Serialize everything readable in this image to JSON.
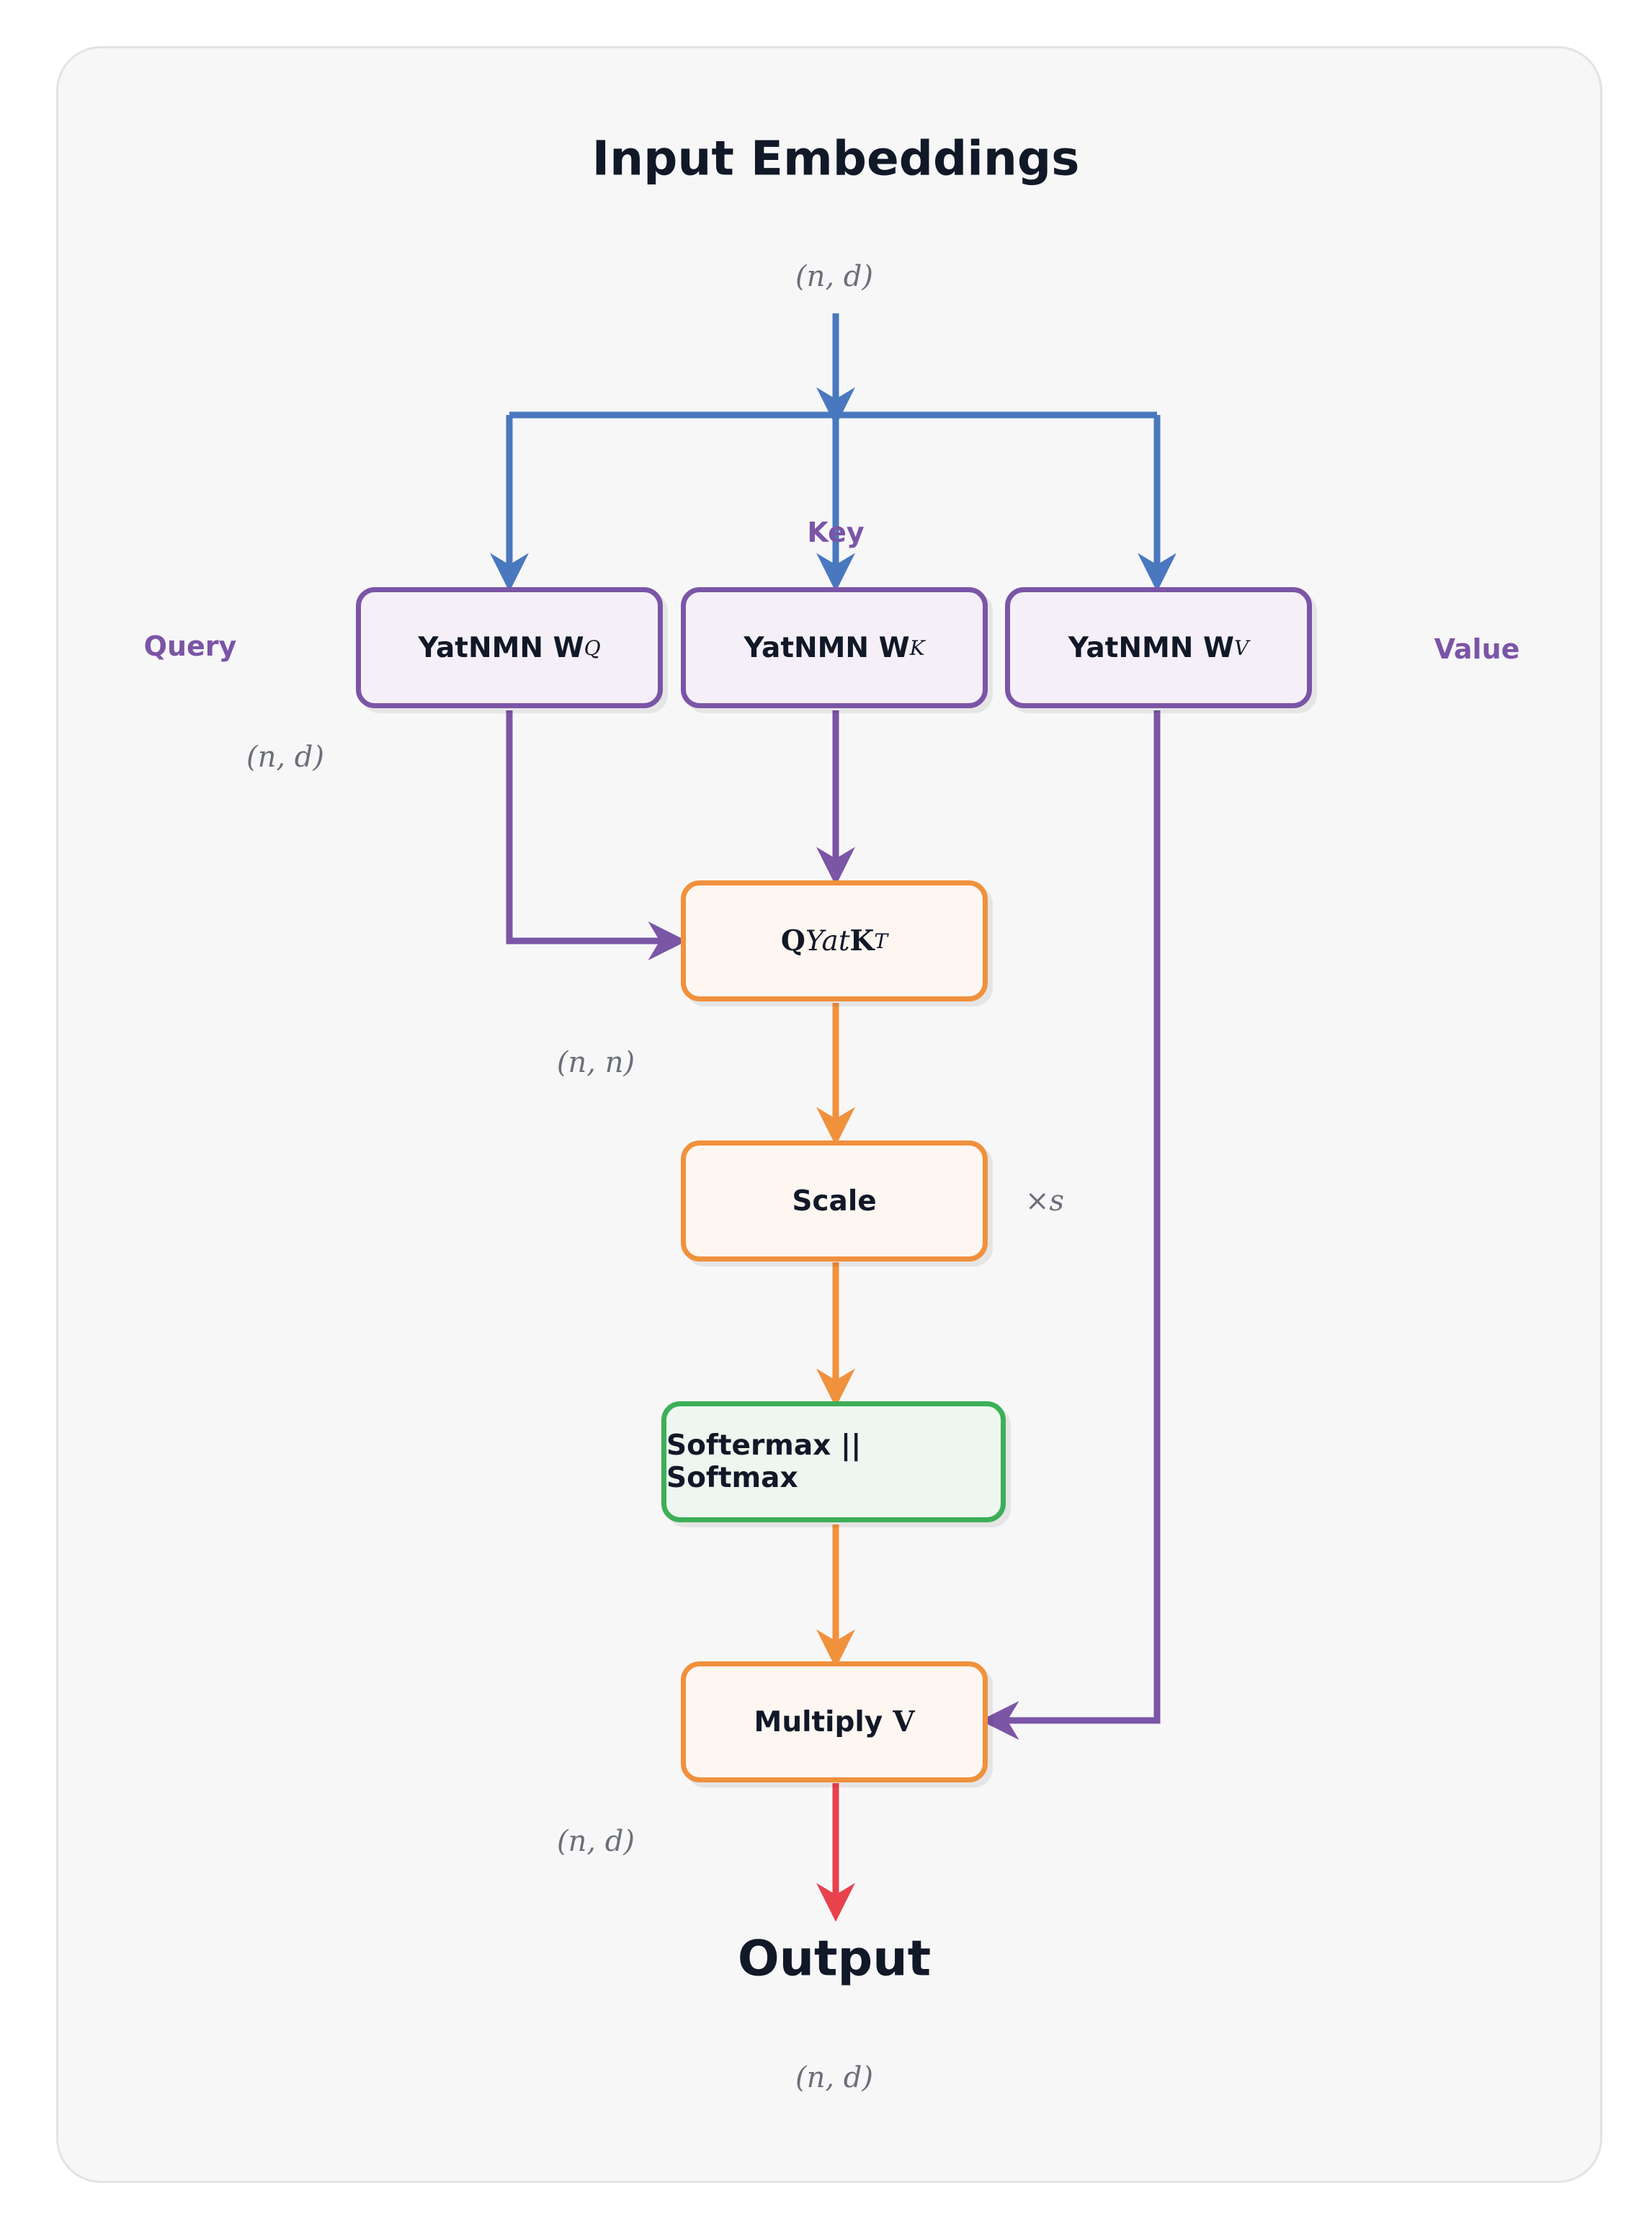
{
  "diagram": {
    "title": "Input Embeddings",
    "output_label": "Output",
    "side_labels": {
      "query": "Query",
      "key": "Key",
      "value": "Value"
    },
    "dims": {
      "input": "(n, d)",
      "query_out": "(n, d)",
      "scores": "(n, n)",
      "attn_out": "(n, d)",
      "final": "(n, d)",
      "scale_factor": "×s"
    },
    "boxes": {
      "wq": {
        "label": "YatNMN W",
        "sub": "Q"
      },
      "wk": {
        "label": "YatNMN W",
        "sub": "K"
      },
      "wv": {
        "label": "YatNMN W",
        "sub": "V"
      },
      "qk": {
        "pre": "Q",
        "mid": "Yat",
        "post": "K",
        "sup": "T"
      },
      "scale": "Scale",
      "softmax": "Softermax || Softmax",
      "multiply": {
        "label": "Multiply",
        "var": "V"
      }
    },
    "colors": {
      "input_arrow": "#4a78be",
      "projection": "#7b55a6",
      "flow": "#f0913c",
      "normalize": "#3daf57",
      "output_arrow": "#e8424d"
    }
  }
}
